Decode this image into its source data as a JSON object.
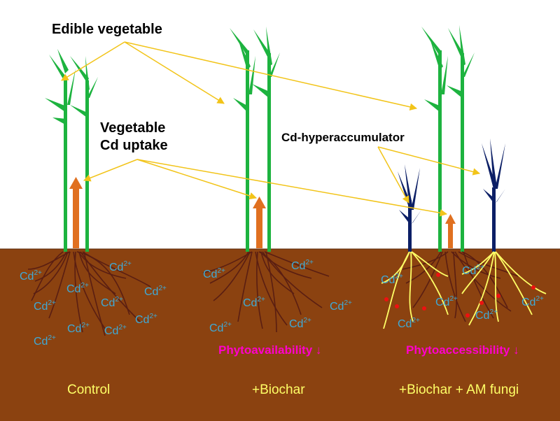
{
  "labels": {
    "edible_vegetable": "Edible vegetable",
    "uptake_line1": "Vegetable",
    "uptake_line2": "Cd uptake",
    "hyperaccumulator": "Cd-hyperaccumulator",
    "ion_base": "Cd",
    "ion_charge": "2+",
    "phytoavailability": "Phytoavailability ↓",
    "phytoaccessibility": "Phytoaccessibility ↓"
  },
  "treatments": [
    "Control",
    "+Biochar",
    "+Biochar + AM fungi"
  ],
  "colors": {
    "soil": "#8b4210",
    "stem": "#1db33f",
    "hyperaccumulator": "#0c1f66",
    "uptake_arrow": "#e07020",
    "pointer": "#f2c419",
    "fungal_hyphae": "#ffff66",
    "ion_text": "#3fa9d6",
    "highlight_text": "#ff00cc",
    "treatment_text": "#ffff66"
  }
}
